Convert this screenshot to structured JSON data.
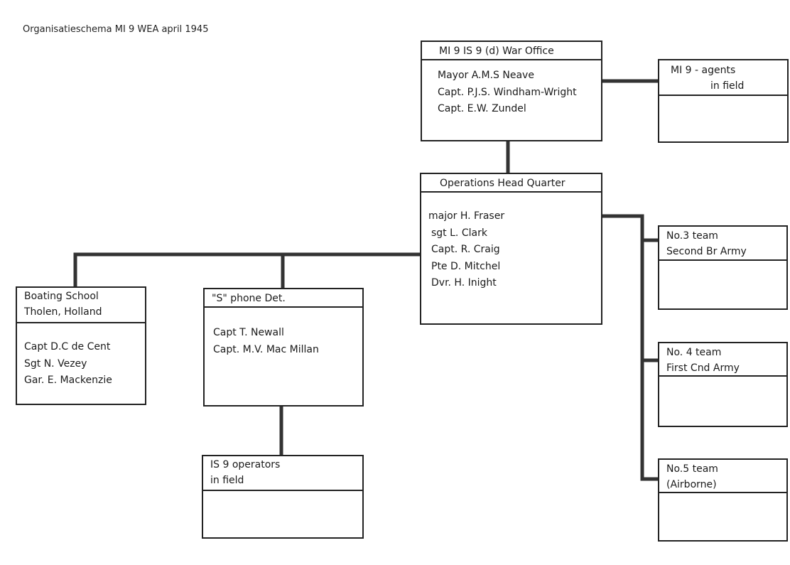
{
  "title": "Organisatieschema MI 9 WEA april 1945",
  "boxes": {
    "war_office": {
      "header": [
        "MI 9 IS 9 (d) War Office"
      ],
      "members": [
        "Mayor A.M.S Neave",
        "Capt. P.J.S. Windham-Wright",
        "Capt. E.W. Zundel"
      ]
    },
    "agents": {
      "header": [
        "MI 9 - agents",
        "in field"
      ],
      "members": []
    },
    "ops_hq": {
      "header": [
        "Operations Head Quarter"
      ],
      "members": [
        "major H. Fraser",
        "sgt L. Clark",
        "Capt. R. Craig",
        "Pte D. Mitchel",
        "Dvr. H. Inight"
      ]
    },
    "boating_school": {
      "header": [
        "Boating School",
        "Tholen, Holland"
      ],
      "members": [
        "Capt D.C de Cent",
        "Sgt N. Vezey",
        "Gar. E. Mackenzie"
      ]
    },
    "s_phone": {
      "header": [
        "\"S\" phone Det."
      ],
      "members": [
        "Capt T. Newall",
        "Capt. M.V. Mac Millan"
      ]
    },
    "is9_operators": {
      "header": [
        "IS 9 operators",
        "in field"
      ],
      "members": []
    },
    "team3": {
      "header": [
        "No.3 team",
        "Second Br Army"
      ],
      "members": []
    },
    "team4": {
      "header": [
        "No. 4 team",
        "First Cnd Army"
      ],
      "members": []
    },
    "team5": {
      "header": [
        "No.5 team",
        "(Airborne)"
      ],
      "members": []
    }
  }
}
